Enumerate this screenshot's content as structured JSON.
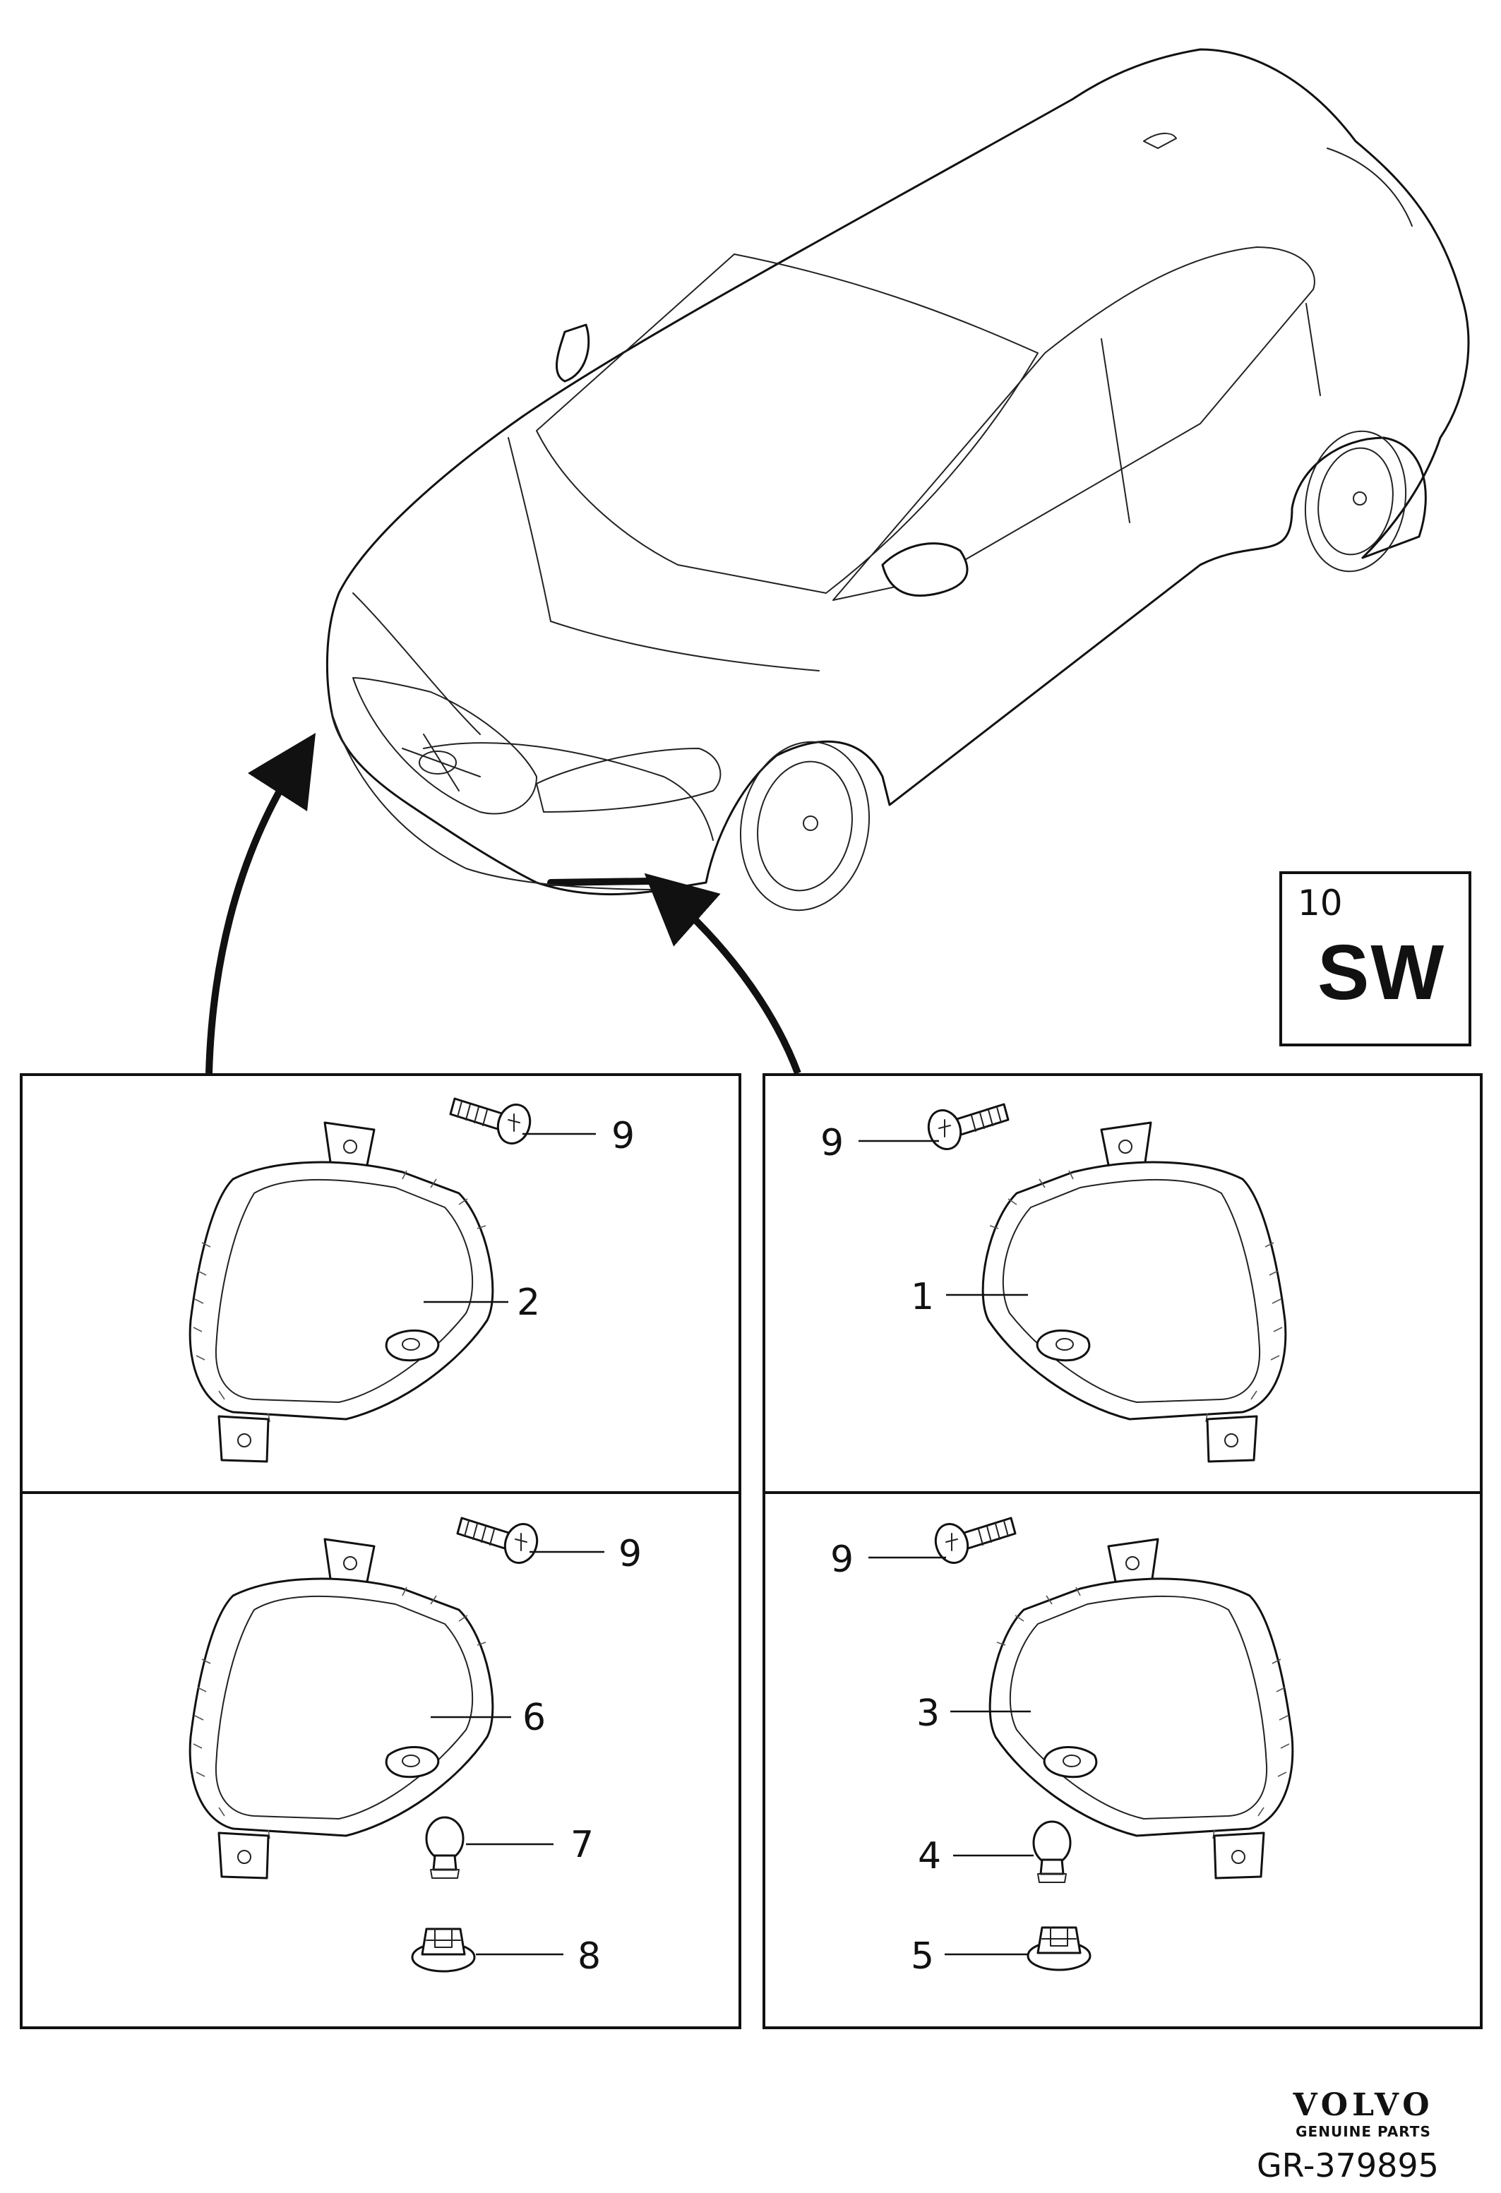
{
  "group_box": {
    "number": "10",
    "code": "SW"
  },
  "panels": [
    {
      "position": "top-left",
      "callouts": [
        {
          "label": "9",
          "part": "screw"
        },
        {
          "label": "2",
          "part": "daytime-running-lamp"
        }
      ]
    },
    {
      "position": "top-right",
      "callouts": [
        {
          "label": "9",
          "part": "screw"
        },
        {
          "label": "1",
          "part": "daytime-running-lamp"
        }
      ]
    },
    {
      "position": "bottom-left",
      "callouts": [
        {
          "label": "9",
          "part": "screw"
        },
        {
          "label": "6",
          "part": "daytime-running-lamp"
        },
        {
          "label": "7",
          "part": "bulb"
        },
        {
          "label": "8",
          "part": "bulb-holder"
        }
      ]
    },
    {
      "position": "bottom-right",
      "callouts": [
        {
          "label": "9",
          "part": "screw"
        },
        {
          "label": "3",
          "part": "daytime-running-lamp"
        },
        {
          "label": "4",
          "part": "bulb"
        },
        {
          "label": "5",
          "part": "bulb-holder"
        }
      ]
    }
  ],
  "brand": {
    "name": "VOLVO",
    "tagline": "GENUINE PARTS"
  },
  "figure_id": "GR-379895"
}
